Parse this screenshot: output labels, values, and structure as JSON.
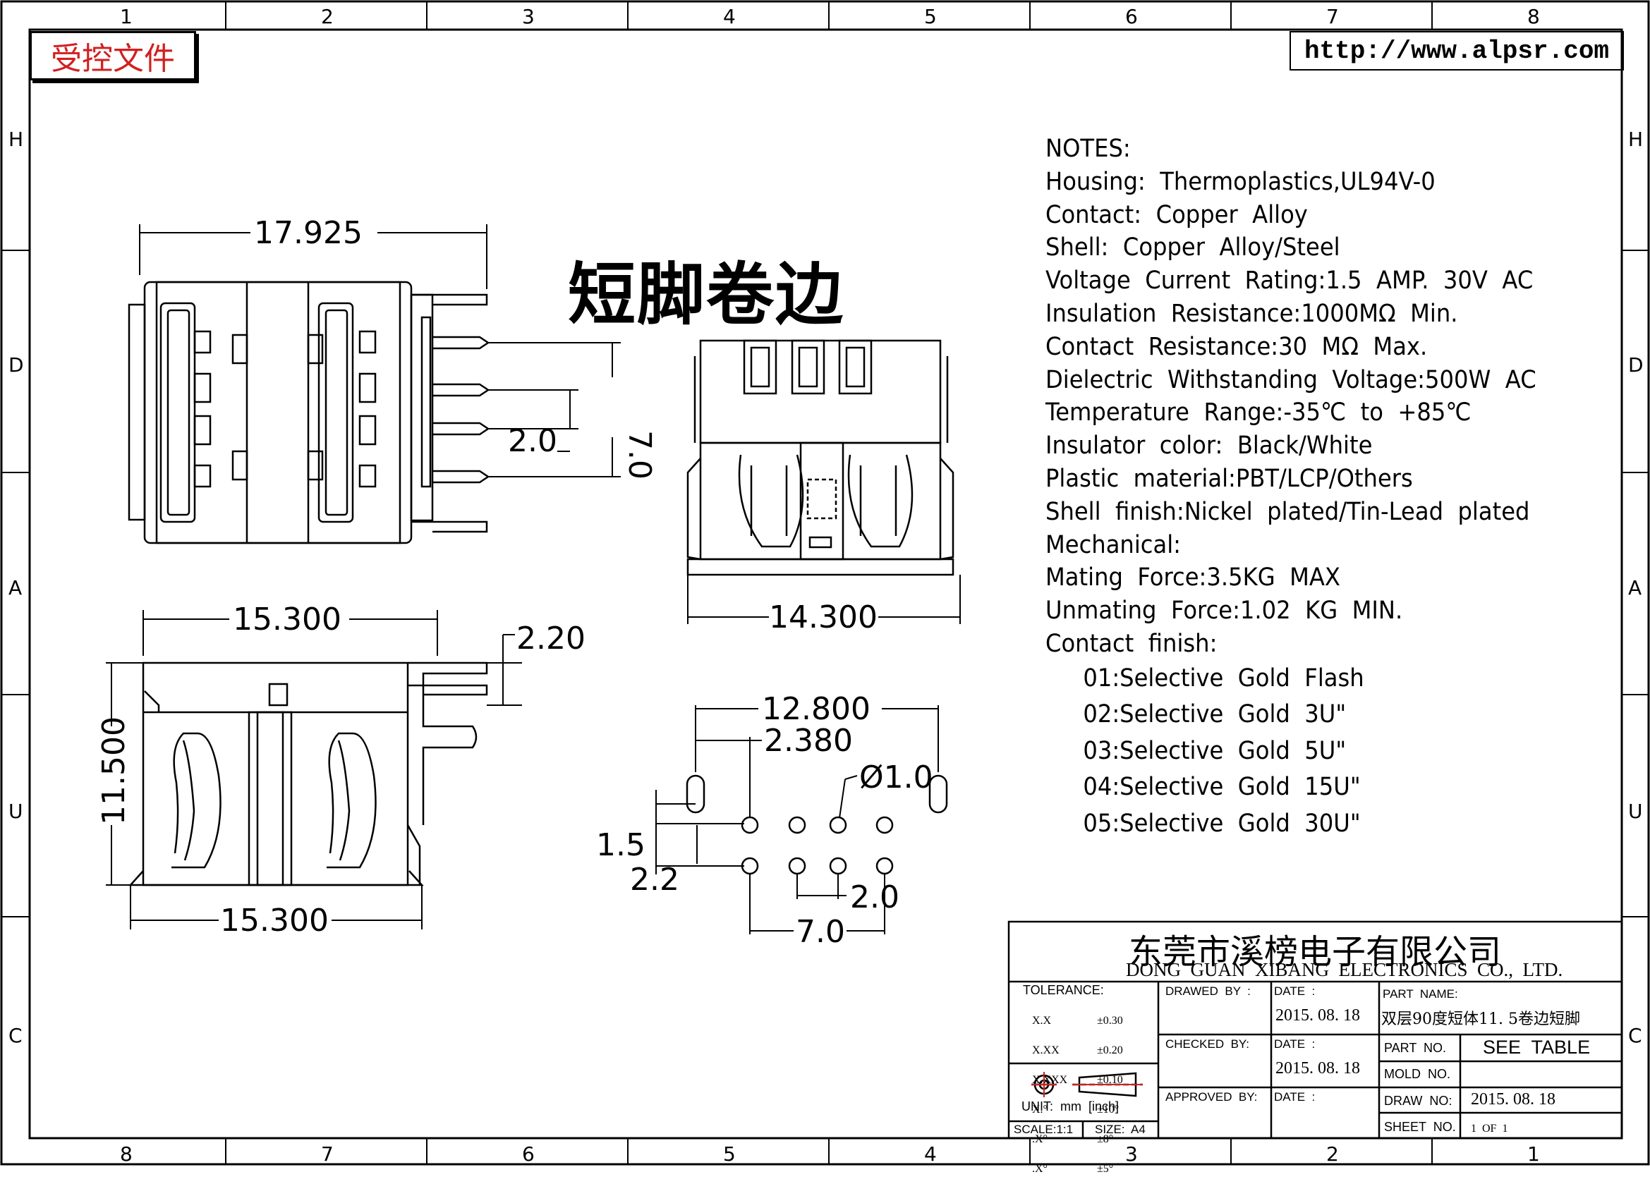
{
  "stamp": "受控文件",
  "url": "http://www.alpsr.com",
  "drawing_title": "短脚卷边",
  "grid": {
    "top_cols": [
      "1",
      "2",
      "3",
      "4",
      "5",
      "6",
      "7",
      "8"
    ],
    "bottom_cols": [
      "8",
      "7",
      "6",
      "5",
      "4",
      "3",
      "2",
      "1"
    ],
    "rows": [
      "H",
      "D",
      "A",
      "U",
      "C"
    ]
  },
  "notes": {
    "heading": "NOTES:",
    "lines": [
      "Housing:  Thermoplastics,UL94V-0",
      "Contact:  Copper  Alloy",
      "Shell:  Copper  Alloy/Steel",
      "Voltage  Current  Rating:1.5  AMP.  30V  AC",
      "Insulation  Resistance:1000MΩ  Min.",
      "Contact  Resistance:30  MΩ  Max.",
      "Dielectric  Withstanding  Voltage:500W  AC",
      "Temperature  Range:-35℃  to  +85℃",
      "Insulator  color:  Black/White",
      "Plastic  material:PBT/LCP/Others",
      "Shell  finish:Nickel  plated/Tin-Lead  plated",
      "Mechanical:",
      "Mating  Force:3.5KG  MAX",
      "Unmating  Force:1.02  KG  MIN.",
      "Contact  finish:"
    ],
    "finishes": [
      "01:Selective  Gold  Flash",
      "02:Selective  Gold  3U\"",
      "03:Selective  Gold  5U\"",
      "04:Selective  Gold  15U\"",
      "05:Selective  Gold  30U\""
    ]
  },
  "dimensions": {
    "top_width": "17.925",
    "pin_span": "7.0",
    "pin_pitch": "2.0",
    "front_width": "14.300",
    "side_width_top": "15.300",
    "side_width_bottom": "15.300",
    "side_height": "11.500",
    "side_offset": "2.20",
    "pcb_width": "12.800",
    "pcb_offset": "2.380",
    "hole_dia": "Ø1.0",
    "pcb_row": "1.5",
    "pcb_row2": "2.2",
    "pcb_pitch": "2.0",
    "pcb_span": "7.0"
  },
  "title_block": {
    "company_cn": "东莞市溪榜电子有限公司",
    "company_en": "DONG  GUAN  XIBANG  ELECTRONICS  CO.,  LTD.",
    "tolerance_label": "TOLERANCE:",
    "tolerance_rows": [
      {
        "k": "X.X",
        "v": "±0.30"
      },
      {
        "k": "X.XX",
        "v": "±0.20"
      },
      {
        "k": "X.XXX",
        "v": "±0.10"
      },
      {
        "k": "X.°",
        "v": "±10°"
      },
      {
        "k": ".X°",
        "v": "±8°"
      },
      {
        "k": ".X°",
        "v": "±5°"
      }
    ],
    "unit": "UNIT:  mm  [inch]",
    "scale": "SCALE:1:1",
    "size": "SIZE:  A4",
    "drawn_by": "DRAWED  BY  :",
    "checked_by": "CHECKED  BY:",
    "approved_by": "APPROVED  BY:",
    "date_label": "DATE  :",
    "date_drawn": "2015. 08. 18",
    "date_checked": "2015. 08. 18",
    "part_name_label": "PART  NAME:",
    "part_name": "双层90度短体11. 5卷边短脚",
    "part_no_label": "PART  NO.",
    "part_no": "SEE  TABLE",
    "mold_no_label": "MOLD  NO.",
    "draw_no_label": "DRAW  NO:",
    "draw_no": "2015. 08. 18",
    "sheet_no_label": "SHEET  NO.",
    "sheet_no": "1  OF  1"
  }
}
